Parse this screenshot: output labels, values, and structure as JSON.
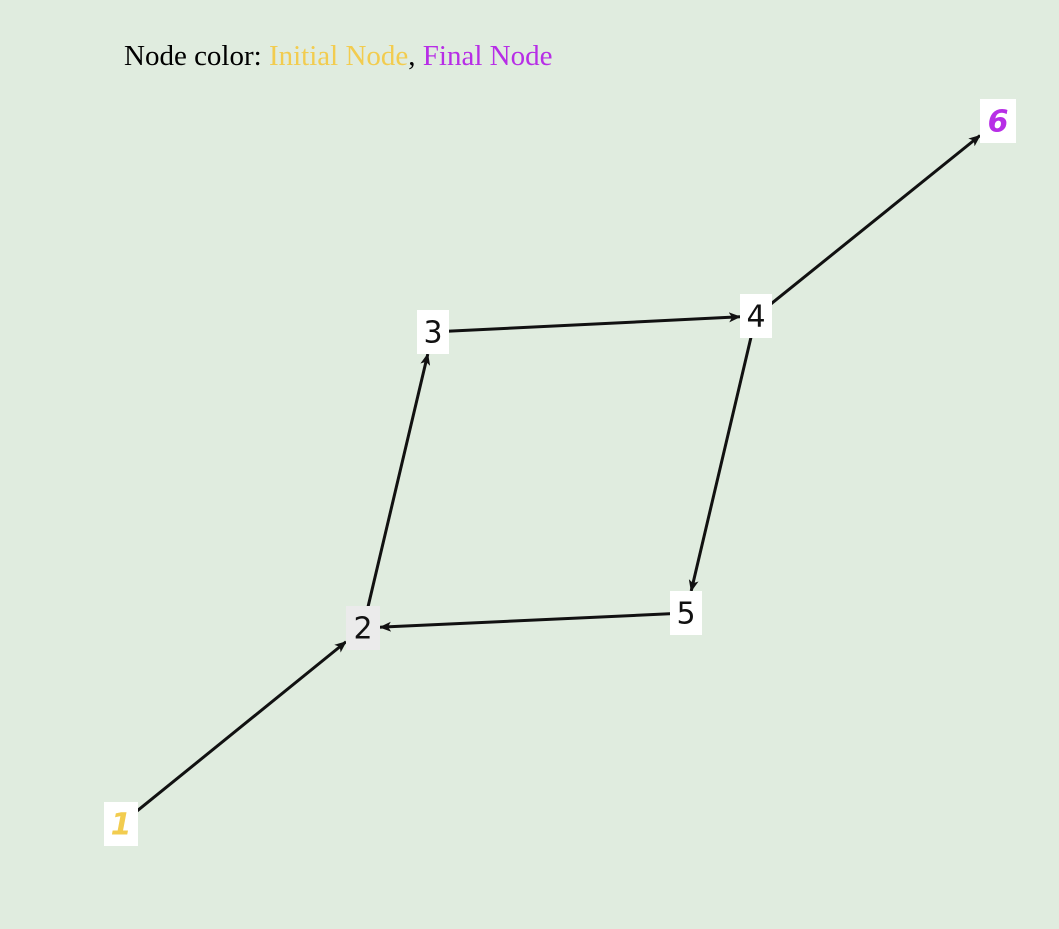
{
  "legend": {
    "prefix": "Node color: ",
    "initial_label": "Initial Node",
    "separator": ", ",
    "final_label": "Final Node",
    "initial_color": "#f2cc4f",
    "final_color": "#b72ee6"
  },
  "graph": {
    "nodes": [
      {
        "id": "1",
        "label": "1",
        "role": "initial"
      },
      {
        "id": "2",
        "label": "2",
        "role": "normal"
      },
      {
        "id": "3",
        "label": "3",
        "role": "normal"
      },
      {
        "id": "4",
        "label": "4",
        "role": "normal"
      },
      {
        "id": "5",
        "label": "5",
        "role": "normal"
      },
      {
        "id": "6",
        "label": "6",
        "role": "final"
      }
    ],
    "edges": [
      {
        "from": "1",
        "to": "2"
      },
      {
        "from": "2",
        "to": "3"
      },
      {
        "from": "3",
        "to": "4"
      },
      {
        "from": "4",
        "to": "6"
      },
      {
        "from": "4",
        "to": "5"
      },
      {
        "from": "5",
        "to": "2"
      }
    ]
  }
}
